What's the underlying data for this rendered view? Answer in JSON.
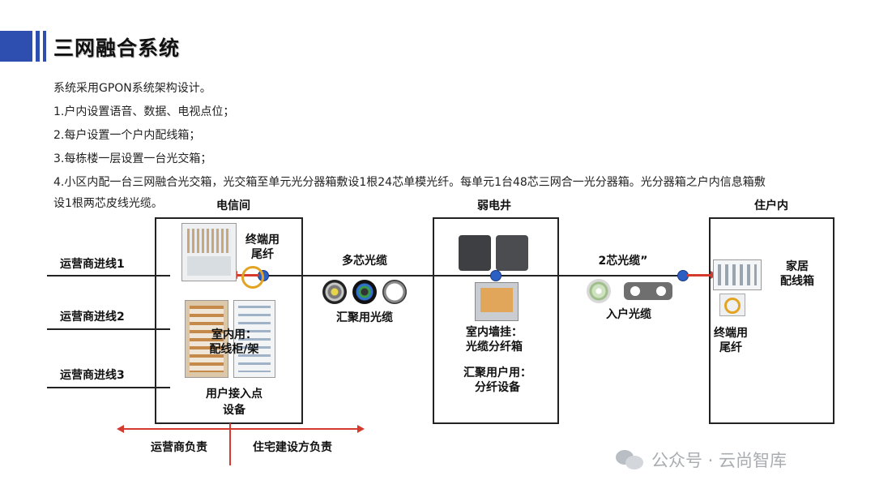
{
  "header": {
    "title": "三网融合系统",
    "accent_color": "#2f4fb0"
  },
  "intro": [
    "系统采用GPON系统架构设计。",
    "1.户内设置语音、数据、电视点位；",
    "2.每户设置一个户内配线箱；",
    "3.每栋楼一层设置一台光交箱；",
    "4.小区内配一台三网融合光交箱，光交箱至单元光分器箱敷设1根24芯单模光纤。每单元1台48芯三网合一光分器箱。光分器箱之户内信息箱敷",
    "设1根两芯皮线光缆。"
  ],
  "diagram": {
    "left_lines": [
      "运营商进线1",
      "运营商进线2",
      "运营商进线3"
    ],
    "rooms": {
      "telecom": {
        "title": "电信间",
        "terminal_pigtail": [
          "终端用",
          "尾纤"
        ],
        "indoor_rack": [
          "室内用：",
          "配线柜/架"
        ],
        "access_point": [
          "用户接入点",
          "设备"
        ]
      },
      "weak_well": {
        "title": "弱电井",
        "wall_mount": [
          "室内墙挂：",
          "光缆分纤箱"
        ],
        "aggregation": [
          "汇聚用户用：",
          "分纤设备"
        ]
      },
      "household": {
        "title": "住户内",
        "home_box": [
          "家居",
          "配线箱"
        ],
        "terminal_pigtail": [
          "终端用",
          "尾纤"
        ]
      }
    },
    "cables": {
      "multi_core": "多芯光缆",
      "aggregation_cable": "汇聚用光缆",
      "two_core": "2芯光缆”",
      "drop_cable": "入户光缆"
    },
    "responsibility": {
      "left": "运营商负责",
      "right": "住宅建设方负责"
    },
    "colors": {
      "node": "#2c5fc4",
      "arrow": "#d43a2e",
      "line": "#222222"
    }
  },
  "watermark": "公众号 · 云尚智库"
}
